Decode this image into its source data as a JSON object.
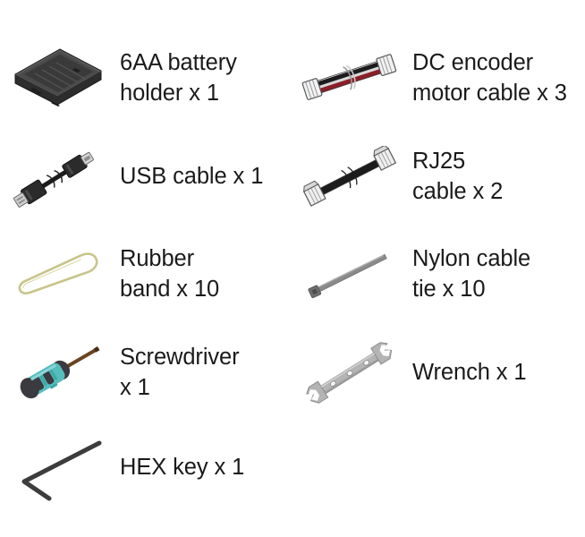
{
  "page": {
    "title": "Parts list",
    "background_color": "#ffffff",
    "text_color": "#1a1a1a"
  },
  "colors": {
    "text": "#1a1a1a",
    "battery_holder_dark": "#3a3a3a",
    "battery_holder_light": "#4a4a4a",
    "cable_black": "#1c1c1c",
    "cable_red": "#8a1f28",
    "connector_white": "#f2f2f2",
    "connector_outline": "#55565a",
    "rubber_band": "#c8c48a",
    "nylon_tie_gray": "#6e6e6e",
    "screwdriver_teal": "#56bdbd",
    "screwdriver_dark": "#3a3a40",
    "screwdriver_shaft": "#6b4422",
    "wrench_gray": "#b4b4b4",
    "wrench_outline": "#8c8c8c",
    "hex_key": "#3c3c3c"
  },
  "rows": [
    {
      "left": {
        "icon": "battery-holder-icon",
        "label": "6AA battery\nholder x 1",
        "name": "6AA battery holder",
        "quantity": "x 1"
      },
      "right": {
        "icon": "dc-encoder-motor-cable-icon",
        "label": "DC encoder\nmotor cable x 3",
        "name": "DC encoder motor cable",
        "quantity": "x 3"
      }
    },
    {
      "left": {
        "icon": "usb-cable-icon",
        "label": "USB cable x 1",
        "name": "USB cable",
        "quantity": "x 1"
      },
      "right": {
        "icon": "rj25-cable-icon",
        "label": "RJ25\ncable x 2",
        "name": "RJ25 cable",
        "quantity": "x 2"
      }
    },
    {
      "left": {
        "icon": "rubber-band-icon",
        "label": "Rubber\nband x 10",
        "name": "Rubber band",
        "quantity": "x 10"
      },
      "right": {
        "icon": "nylon-cable-tie-icon",
        "label": "Nylon cable\ntie x 10",
        "name": "Nylon cable tie",
        "quantity": "x 10"
      }
    },
    {
      "left": {
        "icon": "screwdriver-icon",
        "label": "Screwdriver\nx 1",
        "name": "Screwdriver",
        "quantity": "x 1"
      },
      "right": {
        "icon": "wrench-icon",
        "label": "Wrench x 1",
        "name": "Wrench",
        "quantity": "x 1"
      }
    },
    {
      "left": {
        "icon": "hex-key-icon",
        "label": "HEX key x 1",
        "name": "HEX key",
        "quantity": "x 1"
      },
      "right": null
    }
  ]
}
